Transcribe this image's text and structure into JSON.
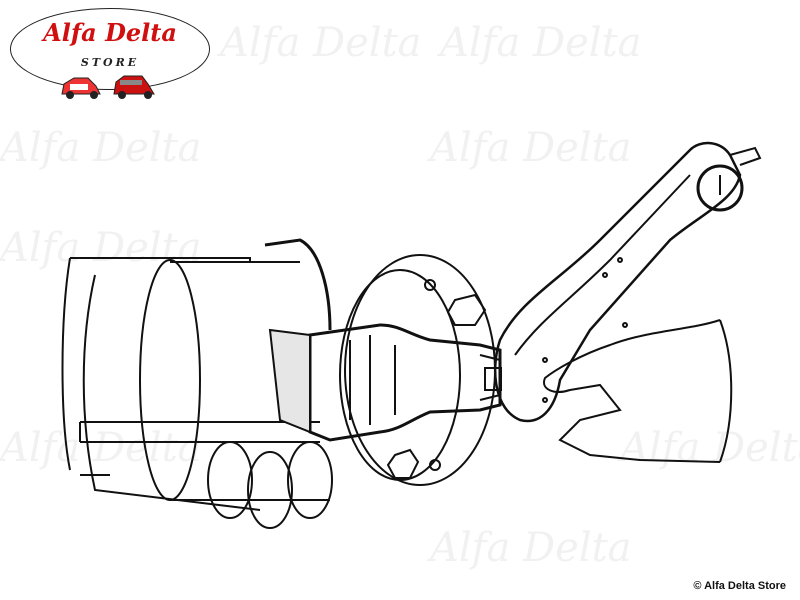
{
  "logo": {
    "title": "Alfa Delta",
    "subtitle": "STORE"
  },
  "watermark": "Alfa Delta",
  "copyright": "© Alfa Delta Store",
  "colors": {
    "brand_red": "#d01010",
    "line": "#111111"
  }
}
